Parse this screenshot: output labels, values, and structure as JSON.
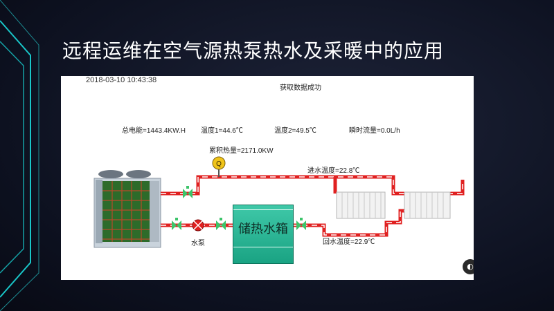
{
  "slide": {
    "title": "远程运维在空气源热泵热水及采暖中的应用"
  },
  "scada": {
    "timestamp": "2018-03-10 10:43:38",
    "status": "获取数据成功",
    "readings": {
      "total_power": "总电能=1443.4KW.H",
      "temp1": "温度1=44.6℃",
      "temp2": "温度2=49.5℃",
      "flow": "瞬时流量=0.0L/h",
      "accum_heat": "累积热量=2171.0KW",
      "inlet_temp": "进水温度=22.8℃",
      "return_temp": "回水温度=22.9℃"
    },
    "labels": {
      "pump": "水泵",
      "tank": "储热水箱",
      "meter_symbol": "Q"
    },
    "colors": {
      "pipe_red": "#e02020",
      "valve_green": "#3cc46a",
      "tank_green": "#22b08e",
      "accent_cyan": "#19c6c8"
    }
  }
}
